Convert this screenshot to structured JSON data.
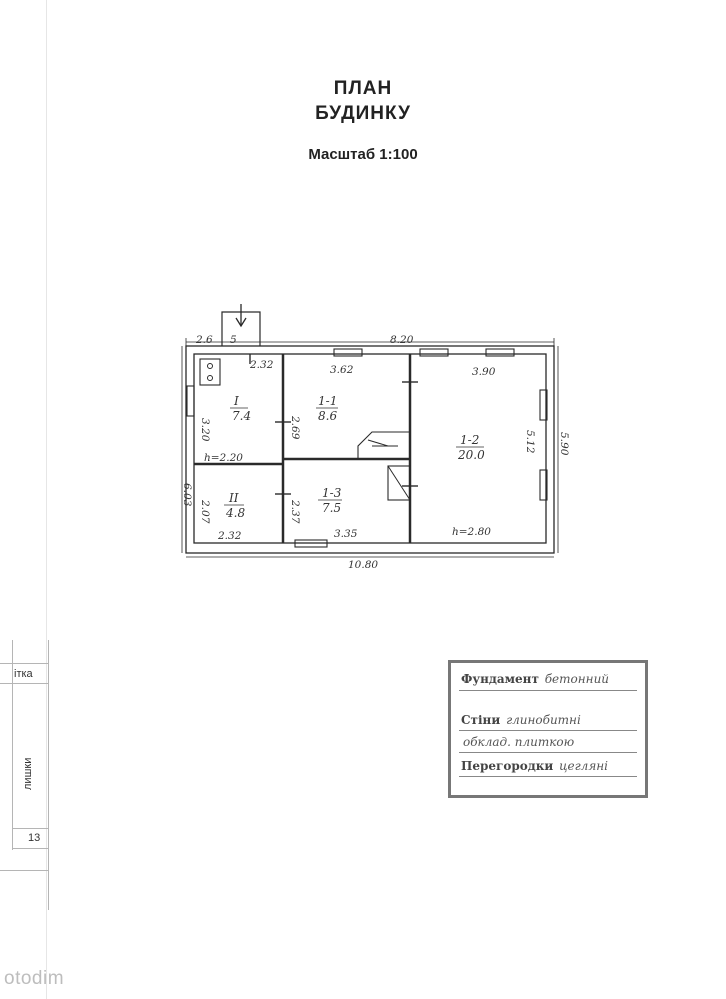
{
  "header": {
    "title_line1": "ПЛАН",
    "title_line2": "БУДИНКУ",
    "scale": "Масштаб 1:100"
  },
  "plan": {
    "dimensions": {
      "top_left_a": "2.6",
      "top_left_b": "5",
      "top_total": "8.20",
      "top_room1": "2.32",
      "top_room_1_1": "3.62",
      "top_room_1_2": "3.90",
      "left_total": "6.03",
      "left_room1": "3.20",
      "left_room2": "2.07",
      "mid_wall_1_1": "2.69",
      "mid_wall_1_3": "2.37",
      "right_inner": "5.12",
      "right_outer": "5.90",
      "bottom_room2": "2.32",
      "bottom_room_1_3": "3.35",
      "bottom_total": "10.80"
    },
    "rooms": [
      {
        "id": "I",
        "area": "7.4"
      },
      {
        "id": "1-1",
        "area": "8.6"
      },
      {
        "id": "1-2",
        "area": "20.0"
      },
      {
        "id": "II",
        "area": "4.8"
      },
      {
        "id": "1-3",
        "area": "7.5"
      }
    ],
    "heights": {
      "left": "h=2.20",
      "right": "h=2.80"
    }
  },
  "stamp": {
    "foundation_label": "Фундамент",
    "foundation_value": "бетонний",
    "walls_label": "Стіни",
    "walls_value_1": "глинобитні",
    "walls_value_2": "обклад. плиткою",
    "partitions_label": "Перегородки",
    "partitions_value": "цегляні"
  },
  "margin": {
    "label_itka": "ітка",
    "label_lyshky": "лишки",
    "number": "13"
  },
  "watermark": "otodim"
}
